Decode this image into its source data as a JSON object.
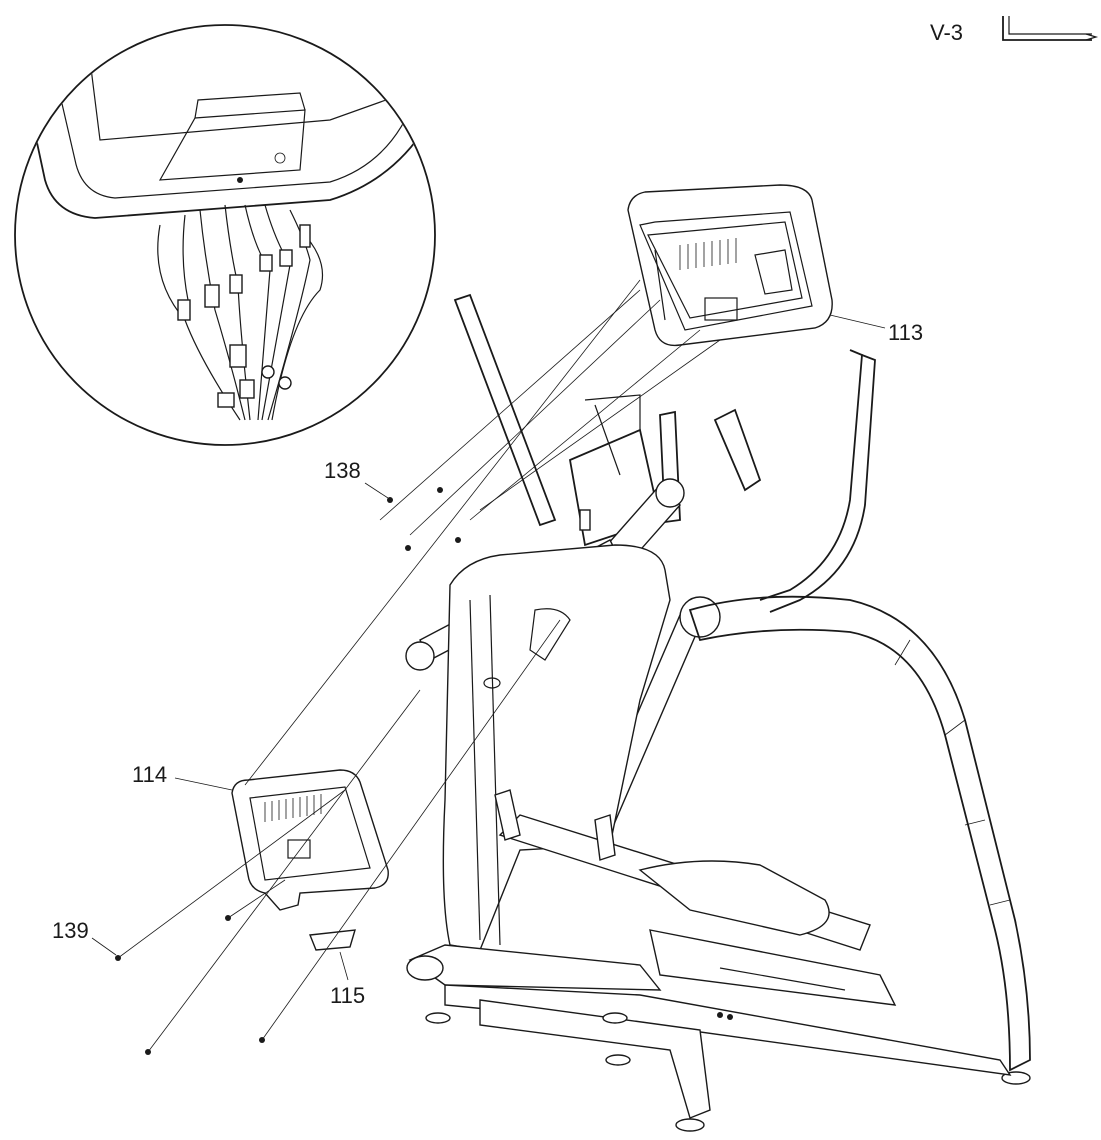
{
  "tool": {
    "label": "V-3",
    "icon": "allen-key-icon"
  },
  "callouts": {
    "c113": "113",
    "c114": "114",
    "c115": "115",
    "c138": "138",
    "c139": "139"
  },
  "colors": {
    "line": "#1a1a1a",
    "background": "#ffffff"
  }
}
